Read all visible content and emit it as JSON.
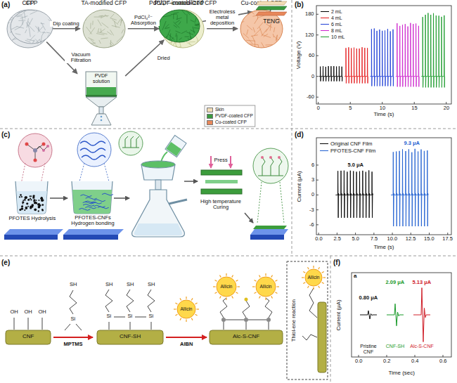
{
  "diagram": {
    "nodes": [
      {
        "text": [
          "CFP"
        ]
      },
      {
        "text": [
          "TA-modified CFP"
        ]
      },
      {
        "text": [
          "PdCl₄²⁻-immobilized CFP"
        ]
      },
      {
        "text": [
          "Cu-coated-CFP"
        ]
      },
      {
        "text": [
          "CFP"
        ]
      },
      {
        "text": [
          "PVDF solution"
        ]
      },
      {
        "text": [
          "PVDF-coated-CFP"
        ]
      },
      {
        "text": [
          "TENG"
        ]
      }
    ],
    "edges": [
      {
        "from": 0,
        "to": 1,
        "label": "Dip coating",
        "arrow": "to"
      },
      {
        "from": 1,
        "to": 2,
        "label": "PdCl₄²⁻ Absorption",
        "arrow": "to"
      },
      {
        "from": 2,
        "to": 3,
        "label": "Electroless metal deposition",
        "arrow": "to"
      },
      {
        "from": 3,
        "to": 7,
        "arrow": "to"
      },
      {
        "from": 4,
        "to": 5,
        "label": "Vacuum Filtration",
        "arrow": "to"
      },
      {
        "from": 5,
        "to": 6,
        "label": "Dried",
        "arrow": "to"
      },
      {
        "from": 6,
        "to": 7,
        "arrow": "to"
      }
    ],
    "labels": [
      "(a)",
      "(b)",
      "180",
      "120",
      "60",
      "0",
      "-60",
      "0",
      "5",
      "10",
      "15",
      "20",
      "Voltage (V)",
      "Time (s)",
      "(c)",
      "PFOTES Hydrolysis",
      "PFOTES-CNFs Hydrogen bonding",
      "Press",
      "High temperature Curing",
      "(d)",
      "6",
      "3",
      "0",
      "-3",
      "-6",
      "0.0",
      "2.5",
      "5.0",
      "7.5",
      "10.0",
      "12.5",
      "15.0",
      "17.5",
      "Current (μA)",
      "Time (s)",
      "5.0 μA",
      "9.3 μA",
      "(e)",
      "OH",
      "OH",
      "OH",
      "CNF",
      "SH",
      "Si",
      "MPTMS",
      "SH",
      "SH",
      "SH",
      "Si",
      "Si",
      "Si",
      "CNF-SH",
      "Allicin",
      "AIBN",
      "Allicin",
      "Allicin",
      "Alc-S-CNF",
      "Thiol-ene reaction",
      "Allicin",
      "(f)",
      "a",
      "0.80 μA",
      "2.09 μA",
      "5.13 μA",
      "Pristine CNF",
      "CNF-SH",
      "Alc-S-CNF",
      "0.0",
      "0.2",
      "0.4",
      "0.6",
      "Current (μA)",
      "Time (sec)"
    ],
    "legend": [
      {
        "text": "Skin",
        "color": "#f1dcb6"
      },
      {
        "text": "PVDF-coated CFP",
        "color": "#3a9a40"
      },
      {
        "text": "Cu-coated CFP",
        "color": "#e8875a"
      },
      {
        "text": "2 mL",
        "color": "#000000"
      },
      {
        "text": "4 mL",
        "color": "#e41a1c"
      },
      {
        "text": "6 mL",
        "color": "#1f3fd6"
      },
      {
        "text": "8 mL",
        "color": "#cc22cc"
      },
      {
        "text": "10 mL",
        "color": "#1a9a2a"
      },
      {
        "text": "Original CNF Film",
        "color": "#000000"
      },
      {
        "text": "PFOTES-CNF Film",
        "color": "#1f5fd0"
      }
    ]
  }
}
